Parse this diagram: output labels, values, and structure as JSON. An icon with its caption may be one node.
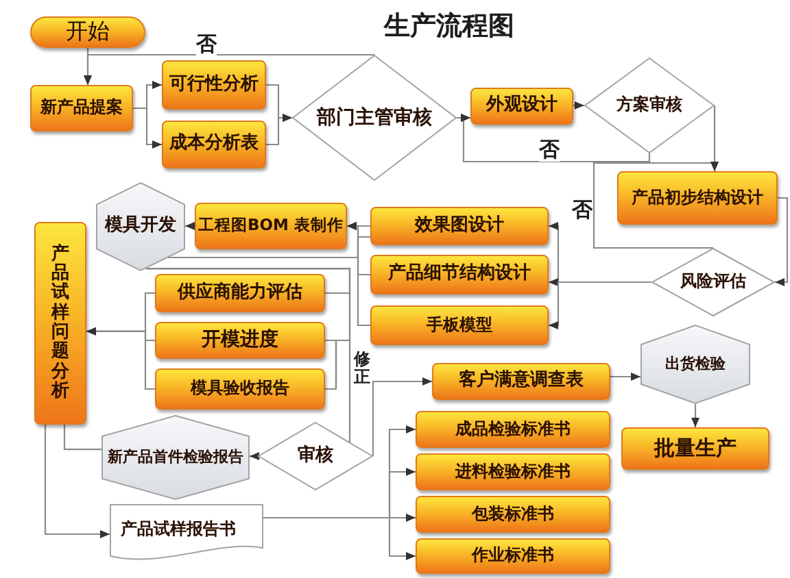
{
  "diagram": {
    "title": "生产流程图",
    "nodes": [
      {
        "text": [
          "开始"
        ]
      },
      {
        "text": [
          "新产品提案"
        ]
      },
      {
        "text": [
          "可行性分析"
        ]
      },
      {
        "text": [
          "成本分析表"
        ]
      },
      {
        "text": [
          "部门主管审核"
        ]
      },
      {
        "text": [
          "外观设计"
        ]
      },
      {
        "text": [
          "方案审核"
        ]
      },
      {
        "text": [
          "产品初步结构设计"
        ]
      },
      {
        "text": [
          "风险评估"
        ]
      },
      {
        "text": [
          "效果图设计"
        ]
      },
      {
        "text": [
          "产品细节结构设计"
        ]
      },
      {
        "text": [
          "手板模型"
        ]
      },
      {
        "text": [
          "工程图BOM 表制作"
        ]
      },
      {
        "text": [
          "模具开发"
        ]
      },
      {
        "text": [
          "产品试样问题分析"
        ]
      },
      {
        "text": [
          "供应商能力评估"
        ]
      },
      {
        "text": [
          "开模进度"
        ]
      },
      {
        "text": [
          "模具验收报告"
        ]
      },
      {
        "text": [
          "客户满意调查表"
        ]
      },
      {
        "text": [
          "出货检验"
        ]
      },
      {
        "text": [
          "审核"
        ]
      },
      {
        "text": [
          "新产品首件检验报告"
        ]
      },
      {
        "text": [
          "批量生产"
        ]
      },
      {
        "text": [
          "成品检验标准书"
        ]
      },
      {
        "text": [
          "进料检验标准书"
        ]
      },
      {
        "text": [
          "包装标准书"
        ]
      },
      {
        "text": [
          "作业标准书"
        ]
      },
      {
        "text": [
          "产品试样报告书"
        ]
      }
    ],
    "edges": [
      {
        "from": 0,
        "to": 1,
        "arrow": "to"
      },
      {
        "from": 4,
        "to": 1,
        "arrow": "to",
        "label": "否"
      },
      {
        "from": 1,
        "to": 2,
        "arrow": "to"
      },
      {
        "from": 1,
        "to": 3,
        "arrow": "to"
      },
      {
        "from": 2,
        "to": 4,
        "arrow": "to"
      },
      {
        "from": 3,
        "to": 4,
        "arrow": "to"
      },
      {
        "from": 4,
        "to": 5,
        "arrow": "to"
      },
      {
        "from": 5,
        "to": 6,
        "arrow": "to"
      },
      {
        "from": 6,
        "to": 5,
        "arrow": "to",
        "label": "否"
      },
      {
        "from": 6,
        "to": 7,
        "arrow": "to"
      },
      {
        "from": 7,
        "to": 8,
        "arrow": "to"
      },
      {
        "from": 8,
        "to": 7,
        "arrow": "to",
        "label": "否"
      },
      {
        "from": 8,
        "to": 9,
        "arrow": "to"
      },
      {
        "from": 8,
        "to": 10,
        "arrow": "to"
      },
      {
        "from": 8,
        "to": 11,
        "arrow": "to"
      },
      {
        "from": 9,
        "to": 12,
        "arrow": "to"
      },
      {
        "from": 10,
        "to": 12,
        "arrow": "to"
      },
      {
        "from": 11,
        "to": 12,
        "arrow": "to"
      },
      {
        "from": 12,
        "to": 13,
        "arrow": "to"
      },
      {
        "from": 9,
        "to": 13,
        "arrow": "none"
      },
      {
        "from": 13,
        "to": 15,
        "arrow": "none"
      },
      {
        "from": 13,
        "to": 16,
        "arrow": "none"
      },
      {
        "from": 13,
        "to": 17,
        "arrow": "none"
      },
      {
        "from": 15,
        "to": 14,
        "arrow": "to"
      },
      {
        "from": 16,
        "to": 14,
        "arrow": "to"
      },
      {
        "from": 17,
        "to": 14,
        "arrow": "to"
      },
      {
        "from": 20,
        "to": 17,
        "arrow": "none",
        "label": "修正"
      },
      {
        "from": 20,
        "to": 21,
        "arrow": "to"
      },
      {
        "from": 21,
        "to": 14,
        "arrow": "none"
      },
      {
        "from": 14,
        "to": 27,
        "arrow": "to"
      },
      {
        "from": 20,
        "to": 18,
        "arrow": "to"
      },
      {
        "from": 18,
        "to": 19,
        "arrow": "to"
      },
      {
        "from": 19,
        "to": 22,
        "arrow": "to"
      },
      {
        "from": 27,
        "to": 23,
        "arrow": "to"
      },
      {
        "from": 27,
        "to": 24,
        "arrow": "to"
      },
      {
        "from": 27,
        "to": 25,
        "arrow": "to"
      },
      {
        "from": 27,
        "to": 26,
        "arrow": "to"
      }
    ]
  }
}
